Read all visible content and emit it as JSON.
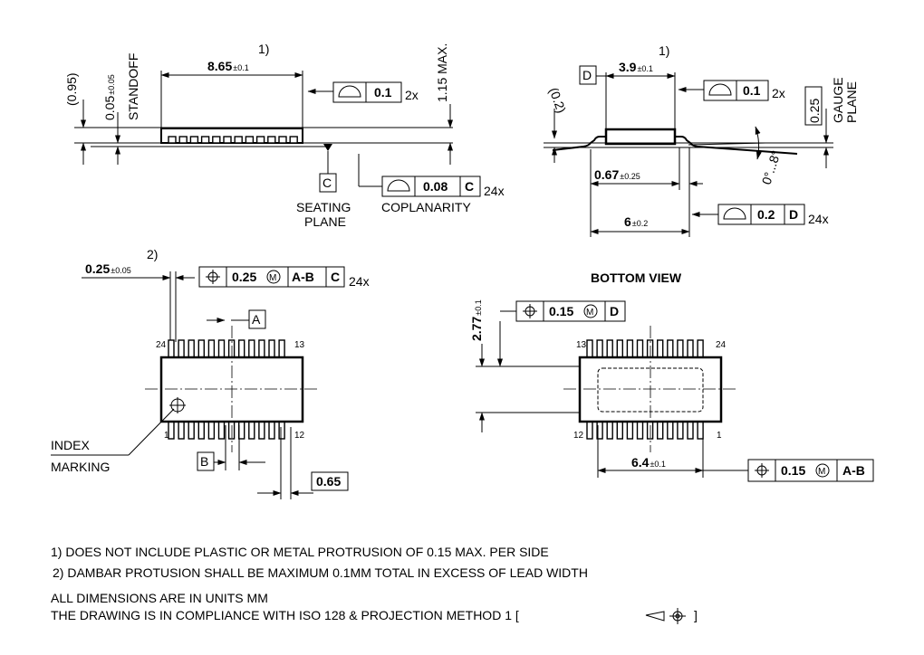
{
  "side_view": {
    "note_ref": "1)",
    "length_dim": "8.65",
    "length_tol": "±0.1",
    "flatness_value": "0.1",
    "flatness_mult": "2x",
    "ref_height": "(0.95)",
    "standoff_dim": "0.05",
    "standoff_tol": "±0.05",
    "standoff_label": "STANDOFF",
    "max_height": "1.15 MAX.",
    "datum_c": "C",
    "seating_plane_1": "SEATING",
    "seating_plane_2": "PLANE",
    "coplanarity_value": "0.08",
    "coplanarity_datum": "C",
    "coplanarity_mult": "24x",
    "coplanarity_label": "COPLANARITY"
  },
  "end_view": {
    "note_ref": "1)",
    "datum_d": "D",
    "width_dim": "3.9",
    "width_tol": "±0.1",
    "flatness_value": "0.1",
    "flatness_mult": "2x",
    "ref_dim": "(0.2)",
    "gauge_value": "0.25",
    "gauge_label_1": "GAUGE",
    "gauge_label_2": "PLANE",
    "angle": "0°...8°",
    "foot_dim": "0.67",
    "foot_tol": "±0.25",
    "overall_dim": "6",
    "overall_tol": "±0.2",
    "profile_value": "0.2",
    "profile_datum": "D",
    "profile_mult": "24x"
  },
  "top_view": {
    "note_ref": "2)",
    "lead_width_dim": "0.25",
    "lead_width_tol": "±0.05",
    "position_value": "0.25",
    "position_modifier": "M",
    "position_datums": "A-B",
    "position_datum_c": "C",
    "position_mult": "24x",
    "datum_a": "A",
    "datum_b": "B",
    "pin_24": "24",
    "pin_13": "13",
    "pin_1": "1",
    "pin_12": "12",
    "index_label_1": "INDEX",
    "index_label_2": "MARKING",
    "pitch": "0.65"
  },
  "bottom_view": {
    "title": "BOTTOM VIEW",
    "pad_height_dim": "2.77",
    "pad_height_tol": "±0.1",
    "position_value": "0.15",
    "position_modifier": "M",
    "position_datum": "D",
    "pin_13": "13",
    "pin_24": "24",
    "pin_12": "12",
    "pin_1": "1",
    "pad_width_dim": "6.4",
    "pad_width_tol": "±0.1",
    "position2_value": "0.15",
    "position2_modifier": "M",
    "position2_datums": "A-B"
  },
  "notes": {
    "note1": "1) DOES NOT INCLUDE PLASTIC OR METAL PROTRUSION OF 0.15 MAX. PER SIDE",
    "note2": "2) DAMBAR PROTUSION SHALL BE MAXIMUM 0.1MM TOTAL IN EXCESS OF LEAD WIDTH",
    "units": "ALL DIMENSIONS ARE IN UNITS MM",
    "compliance": "THE DRAWING IS IN COMPLIANCE WITH ISO 128 & PROJECTION METHOD 1 [",
    "compliance_end": "]"
  }
}
